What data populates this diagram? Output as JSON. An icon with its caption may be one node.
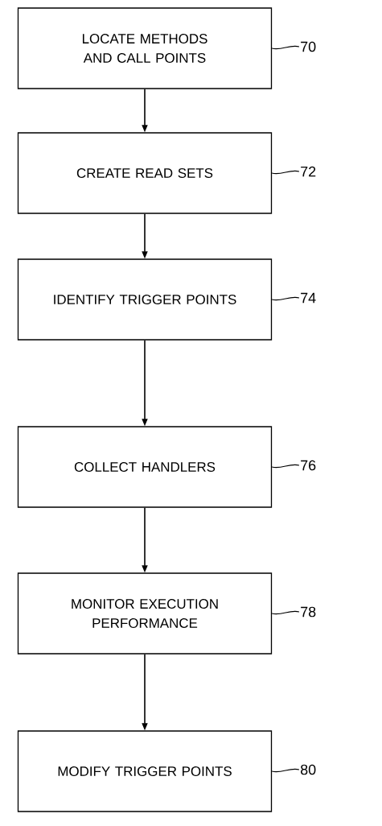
{
  "diagram": {
    "nodes": [
      {
        "text": [
          "LOCATE METHODS AND CALL POINTS"
        ]
      },
      {
        "text": [
          "70"
        ]
      },
      {
        "text": [
          "CREATE READ SETS"
        ]
      },
      {
        "text": [
          "72"
        ]
      },
      {
        "text": [
          "IDENTIFY TRIGGER POINTS"
        ]
      },
      {
        "text": [
          "74"
        ]
      },
      {
        "text": [
          "COLLECT HANDLERS"
        ]
      },
      {
        "text": [
          "76"
        ]
      },
      {
        "text": [
          "MONITOR EXECUTION PERFORMANCE"
        ]
      },
      {
        "text": [
          "78"
        ]
      },
      {
        "text": [
          "MODIFY TRIGGER POINTS"
        ]
      },
      {
        "text": [
          "80"
        ]
      }
    ],
    "edges": [
      {
        "from": 0,
        "to": 2,
        "arrow": "to"
      },
      {
        "from": 2,
        "to": 4,
        "arrow": "to"
      },
      {
        "from": 4,
        "to": 6,
        "arrow": "to"
      },
      {
        "from": 6,
        "to": 8,
        "arrow": "to"
      },
      {
        "from": 8,
        "to": 10,
        "arrow": "to"
      },
      {
        "from": 1,
        "to": 0,
        "arrow": "none"
      },
      {
        "from": 3,
        "to": 2,
        "arrow": "none"
      },
      {
        "from": 5,
        "to": 4,
        "arrow": "none"
      },
      {
        "from": 7,
        "to": 6,
        "arrow": "none"
      },
      {
        "from": 9,
        "to": 8,
        "arrow": "none"
      },
      {
        "from": 11,
        "to": 10,
        "arrow": "none"
      }
    ]
  }
}
